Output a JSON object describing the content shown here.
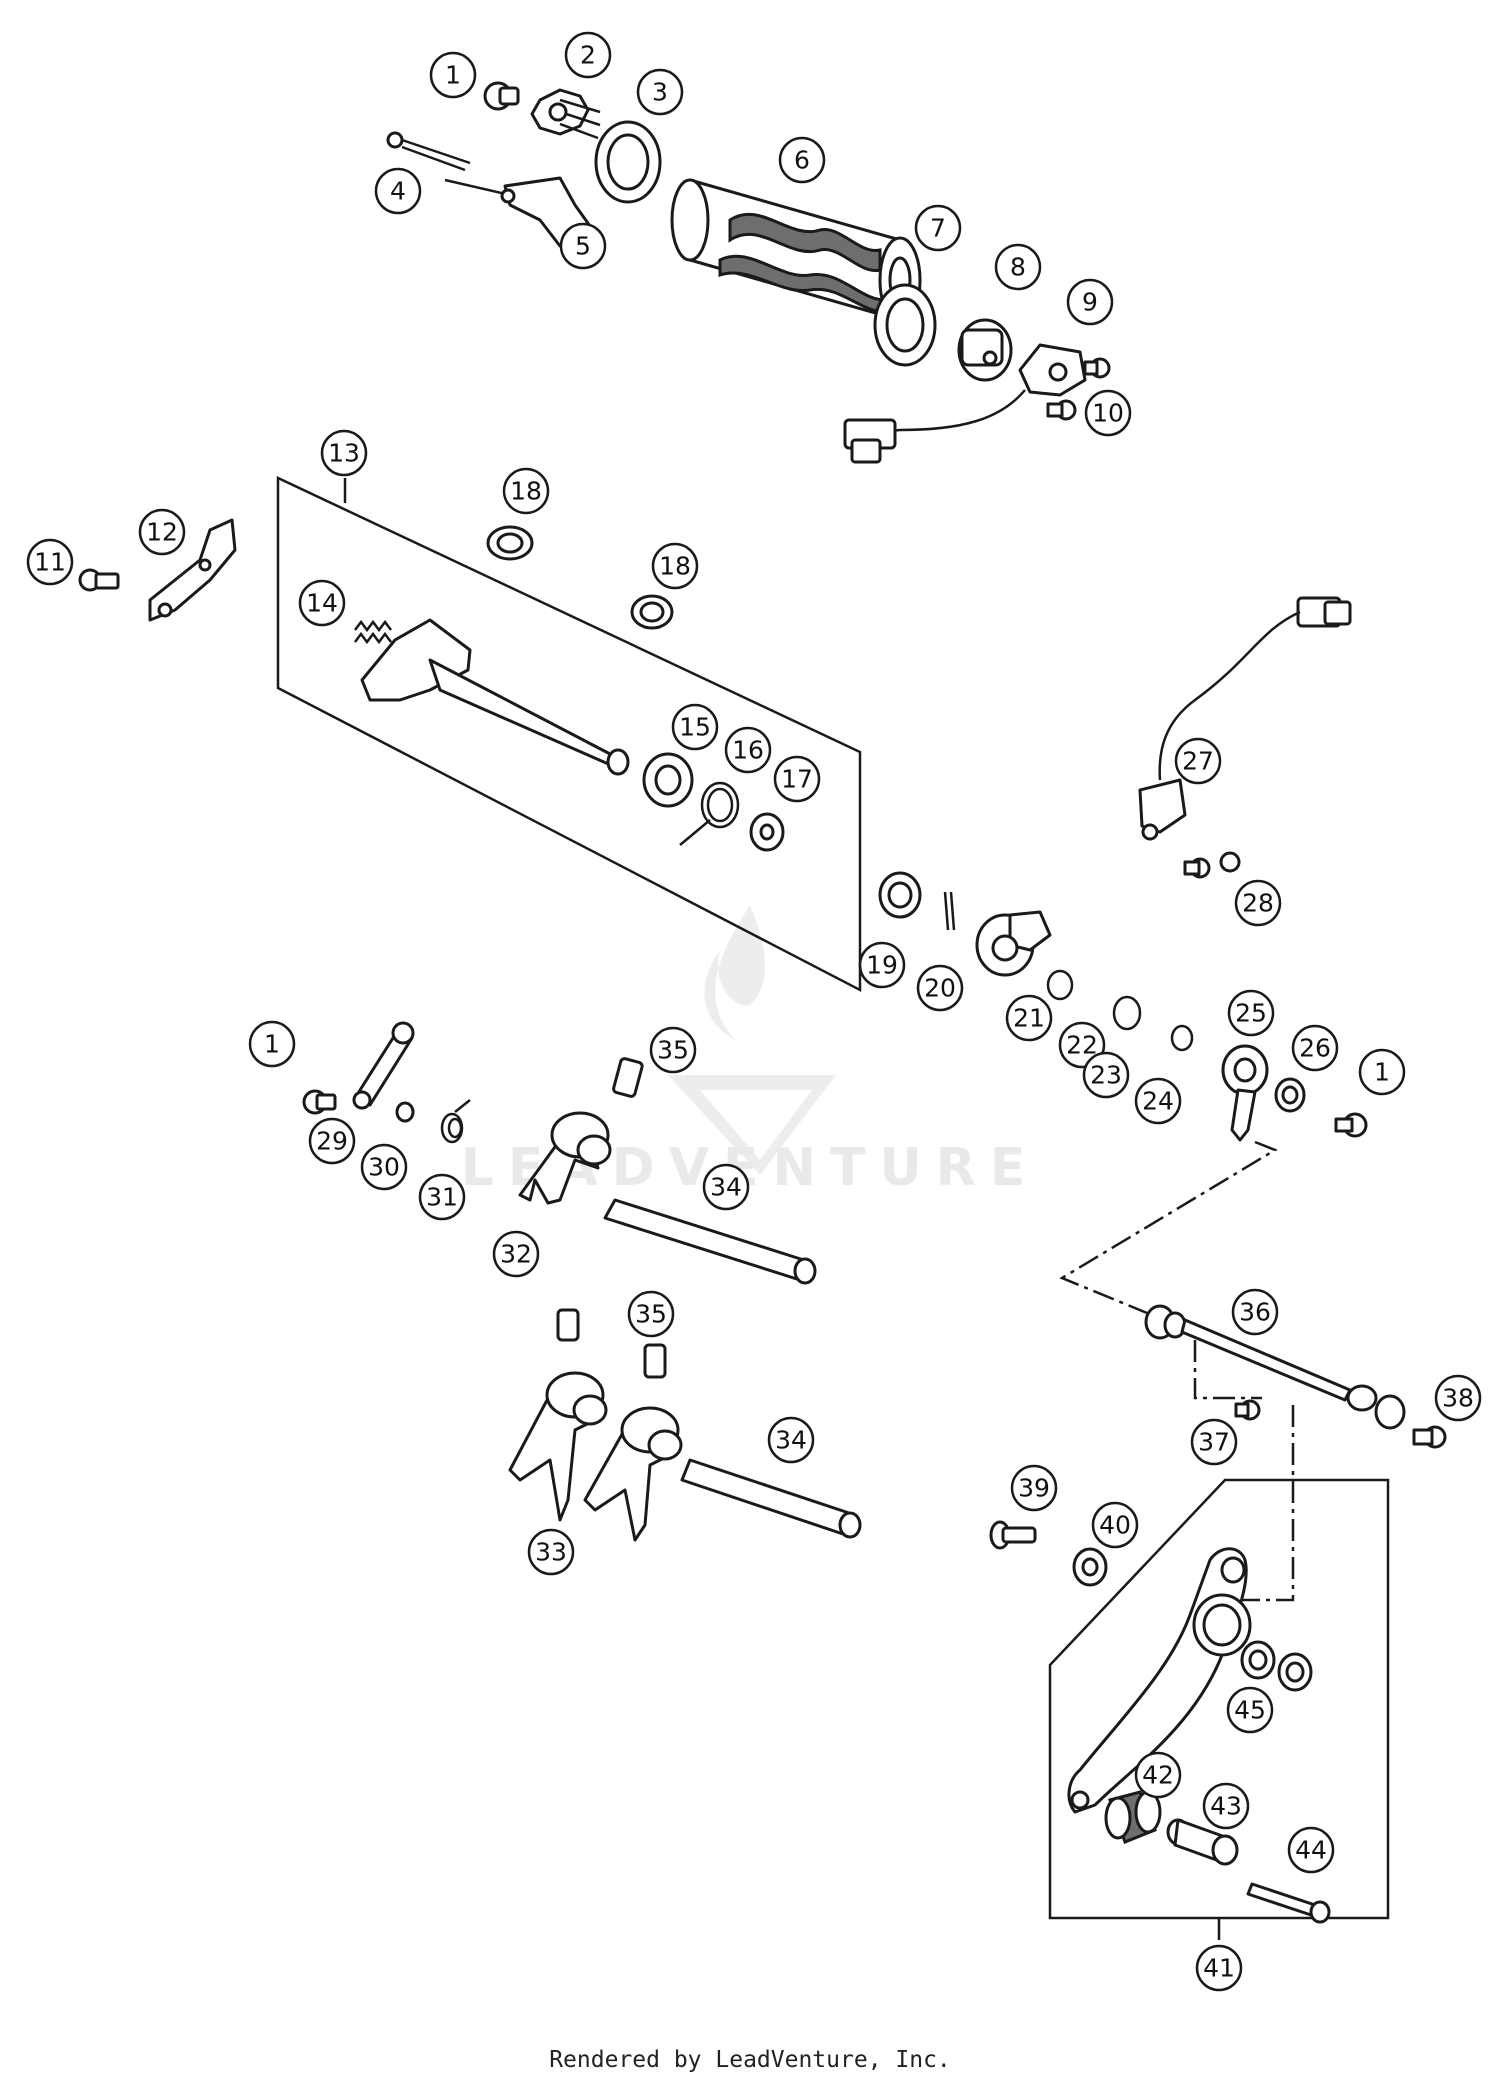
{
  "watermark": {
    "brand": "LEADVENTURE"
  },
  "footer": {
    "text": "Rendered by LeadVenture, Inc."
  },
  "callouts": [
    {
      "id": "c1a",
      "label": "1"
    },
    {
      "id": "c2",
      "label": "2"
    },
    {
      "id": "c3",
      "label": "3"
    },
    {
      "id": "c4",
      "label": "4"
    },
    {
      "id": "c5",
      "label": "5"
    },
    {
      "id": "c6",
      "label": "6"
    },
    {
      "id": "c7",
      "label": "7"
    },
    {
      "id": "c8",
      "label": "8"
    },
    {
      "id": "c9",
      "label": "9"
    },
    {
      "id": "c10",
      "label": "10"
    },
    {
      "id": "c11",
      "label": "11"
    },
    {
      "id": "c12",
      "label": "12"
    },
    {
      "id": "c13",
      "label": "13"
    },
    {
      "id": "c14",
      "label": "14"
    },
    {
      "id": "c15",
      "label": "15"
    },
    {
      "id": "c16",
      "label": "16"
    },
    {
      "id": "c17",
      "label": "17"
    },
    {
      "id": "c18a",
      "label": "18"
    },
    {
      "id": "c18b",
      "label": "18"
    },
    {
      "id": "c19",
      "label": "19"
    },
    {
      "id": "c20",
      "label": "20"
    },
    {
      "id": "c21",
      "label": "21"
    },
    {
      "id": "c22",
      "label": "22"
    },
    {
      "id": "c23",
      "label": "23"
    },
    {
      "id": "c24",
      "label": "24"
    },
    {
      "id": "c25",
      "label": "25"
    },
    {
      "id": "c26",
      "label": "26"
    },
    {
      "id": "c1b",
      "label": "1"
    },
    {
      "id": "c27",
      "label": "27"
    },
    {
      "id": "c28",
      "label": "28"
    },
    {
      "id": "c1c",
      "label": "1"
    },
    {
      "id": "c29",
      "label": "29"
    },
    {
      "id": "c30",
      "label": "30"
    },
    {
      "id": "c31",
      "label": "31"
    },
    {
      "id": "c32",
      "label": "32"
    },
    {
      "id": "c35a",
      "label": "35"
    },
    {
      "id": "c34a",
      "label": "34"
    },
    {
      "id": "c35b",
      "label": "35"
    },
    {
      "id": "c34b",
      "label": "34"
    },
    {
      "id": "c33",
      "label": "33"
    },
    {
      "id": "c36",
      "label": "36"
    },
    {
      "id": "c37",
      "label": "37"
    },
    {
      "id": "c38",
      "label": "38"
    },
    {
      "id": "c39",
      "label": "39"
    },
    {
      "id": "c40",
      "label": "40"
    },
    {
      "id": "c45",
      "label": "45"
    },
    {
      "id": "c42",
      "label": "42"
    },
    {
      "id": "c43",
      "label": "43"
    },
    {
      "id": "c44",
      "label": "44"
    },
    {
      "id": "c41",
      "label": "41"
    }
  ]
}
